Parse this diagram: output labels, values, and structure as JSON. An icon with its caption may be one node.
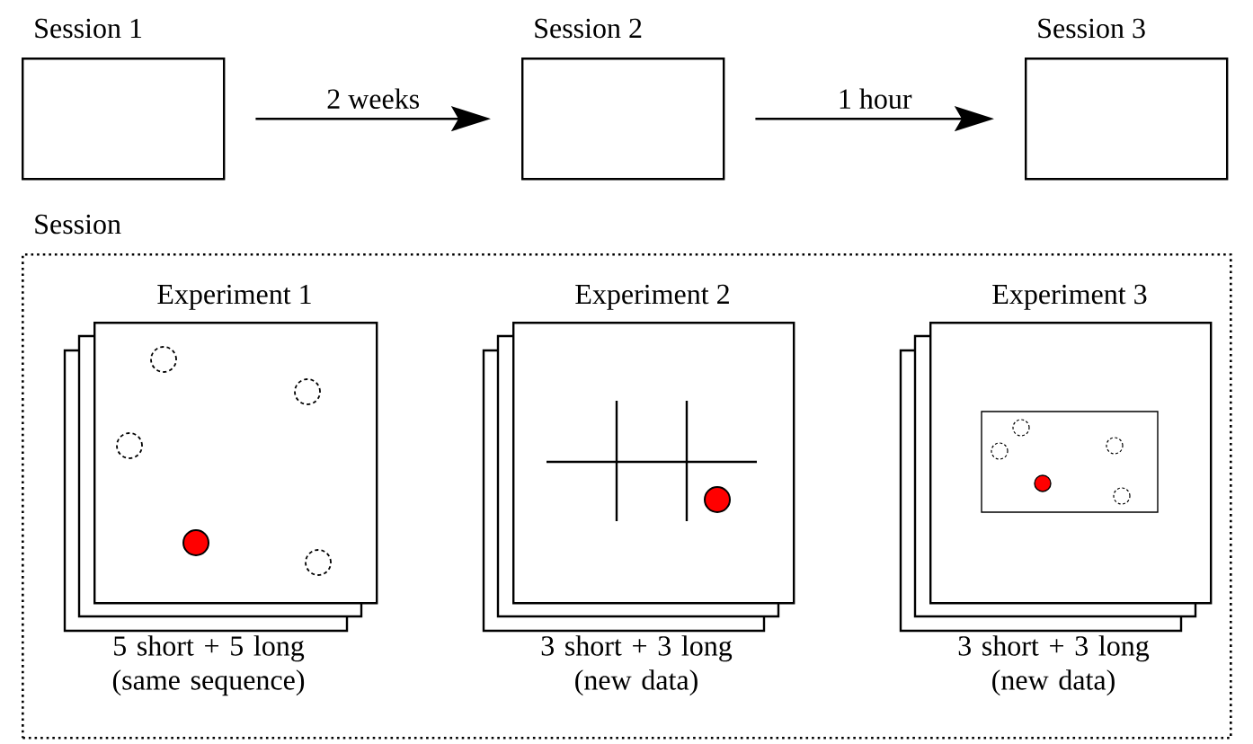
{
  "diagram": {
    "nodes": [
      {
        "text": [
          "Session 1"
        ]
      },
      {
        "text": [
          "Session 2"
        ]
      },
      {
        "text": [
          "Session 3"
        ]
      },
      {
        "text": [
          "Session"
        ]
      },
      {
        "text": [
          "Experiment 1"
        ],
        "beside": [
          "5 short + 5 long (same sequence)"
        ],
        "in": 3
      },
      {
        "text": [
          "Experiment 2"
        ],
        "beside": [
          "3 short + 3 long (new data)"
        ],
        "in": 3
      },
      {
        "text": [
          "Experiment 3"
        ],
        "beside": [
          "3 short + 3 long (new data)"
        ],
        "in": 3
      }
    ],
    "edges": [
      {
        "from": 0,
        "to": 1,
        "arrow": "to",
        "label": "2 weeks"
      },
      {
        "from": 1,
        "to": 2,
        "arrow": "to",
        "label": "1 hour"
      }
    ]
  }
}
